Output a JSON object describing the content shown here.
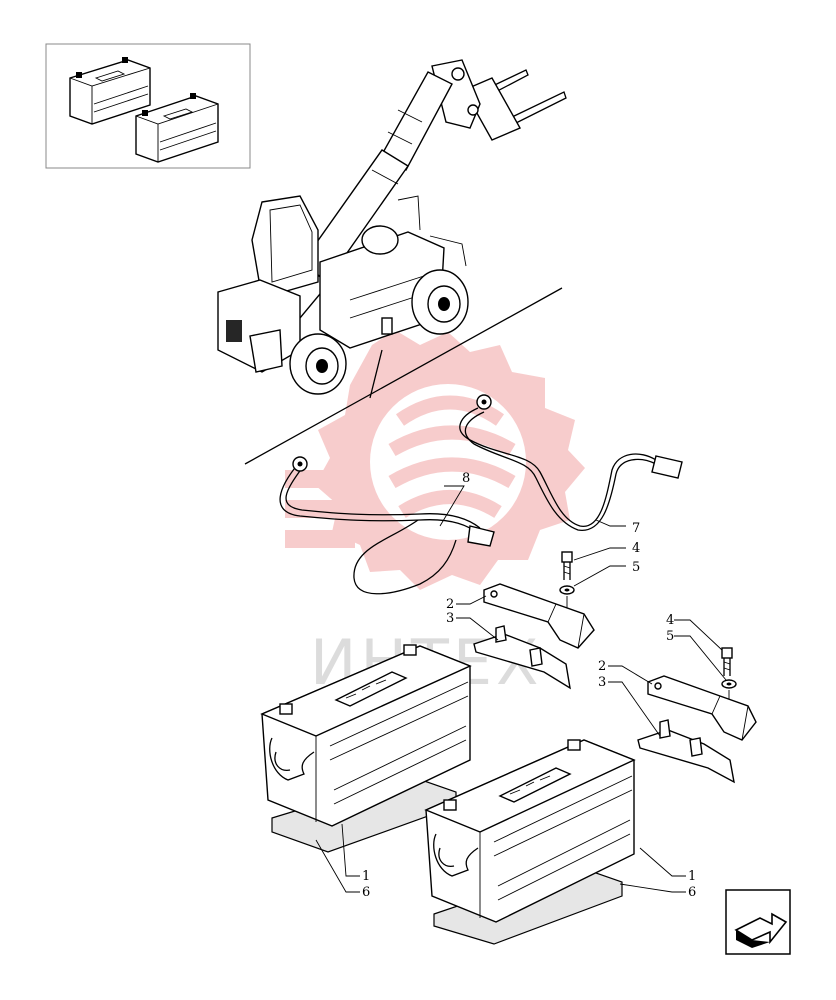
{
  "callouts": {
    "c1a": "1",
    "c6a": "6",
    "c1b": "1",
    "c6b": "6",
    "c2a": "2",
    "c3a": "3",
    "c2b": "2",
    "c3b": "3",
    "c4a": "4",
    "c5a": "5",
    "c4b": "4",
    "c5b": "5",
    "c7": "7",
    "c8": "8"
  },
  "watermark": {
    "text": "ИНТЕХ"
  },
  "icons": {
    "nav": "next-page-arrow-icon",
    "thumb": "battery-pair-thumbnail",
    "machine": "telehandler-illustration",
    "logo": "gear-logo-watermark"
  },
  "colors": {
    "line": "#000000",
    "watermark_red": "#f2a3a3",
    "watermark_grey": "#d9d9d9",
    "background": "#ffffff"
  }
}
